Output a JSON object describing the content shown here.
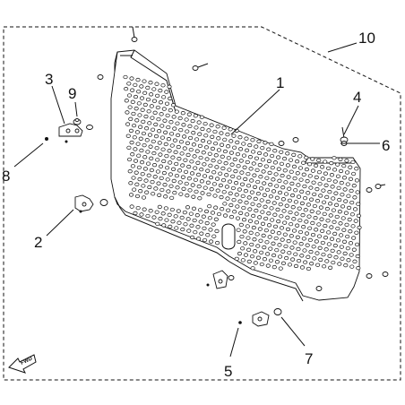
{
  "diagram": {
    "callouts": [
      {
        "id": "1",
        "label": "1"
      },
      {
        "id": "2",
        "label": "2"
      },
      {
        "id": "3",
        "label": "3"
      },
      {
        "id": "4",
        "label": "4"
      },
      {
        "id": "5",
        "label": "5"
      },
      {
        "id": "6",
        "label": "6"
      },
      {
        "id": "7",
        "label": "7"
      },
      {
        "id": "8",
        "label": "8"
      },
      {
        "id": "9",
        "label": "9"
      },
      {
        "id": "10",
        "label": "10"
      }
    ],
    "direction_badge": "FWD"
  }
}
